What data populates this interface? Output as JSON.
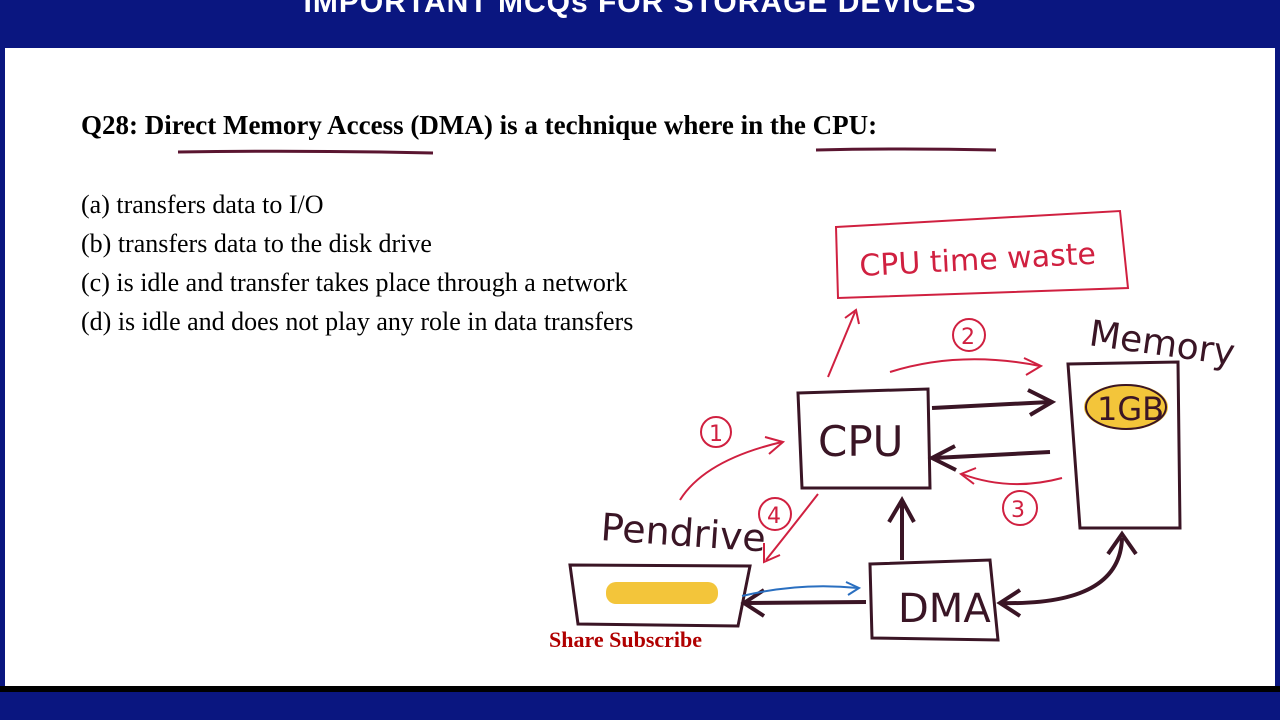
{
  "header": {
    "title": "IMPORTANT MCQs FOR STORAGE DEVICES"
  },
  "question": {
    "number": "Q28:",
    "text": "Direct Memory Access (DMA) is a technique where in the CPU:"
  },
  "options": [
    "(a) transfers data to I/O",
    "(b) transfers data to the disk drive",
    "(c) is idle and transfer takes place through a network",
    "(d) is idle and does not play any role in data transfers"
  ],
  "diagram": {
    "note": "CPU time waste",
    "cpu": "CPU",
    "memory": "Memory",
    "memory_chip": "1GB",
    "pendrive": "Pendrive",
    "dma": "DMA",
    "step_1": "1",
    "step_2": "2",
    "step_3": "3",
    "step_4": "4",
    "ink_color": "#5a1530",
    "red_color": "#d02040",
    "highlight": "#f3c53a"
  },
  "footer": {
    "share": "Share",
    "subscribe": "Subscribe"
  }
}
